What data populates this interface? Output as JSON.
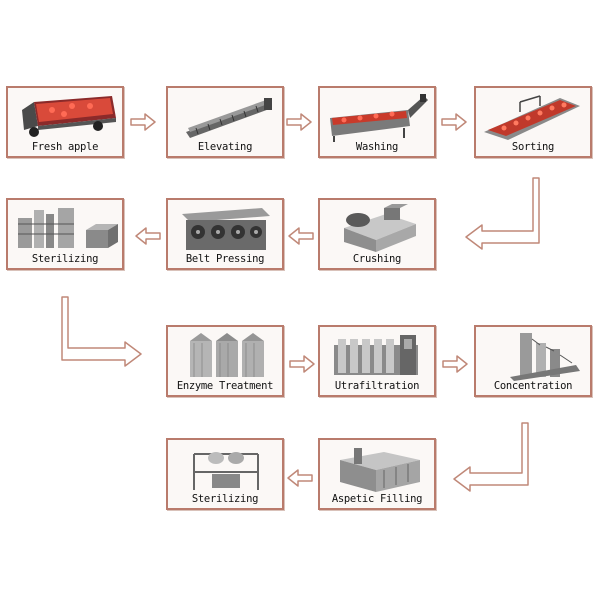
{
  "steps": [
    {
      "label": "Fresh apple",
      "icon": "truck-icon"
    },
    {
      "label": "Elevating",
      "icon": "conveyor-icon"
    },
    {
      "label": "Washing",
      "icon": "washer-icon"
    },
    {
      "label": "Sorting",
      "icon": "sorting-conveyor-icon"
    },
    {
      "label": "Sterilizing",
      "icon": "sterilizer-plant-icon"
    },
    {
      "label": "Belt Pressing",
      "icon": "belt-press-icon"
    },
    {
      "label": "Crushing",
      "icon": "crusher-icon"
    },
    {
      "label": "Enzyme Treatment",
      "icon": "tanks-icon"
    },
    {
      "label": "Utrafiltration",
      "icon": "membrane-filter-icon"
    },
    {
      "label": "Concentration",
      "icon": "evaporator-icon"
    },
    {
      "label": "Sterilizing",
      "icon": "sterilizer-skid-icon"
    },
    {
      "label": "Aspetic Filling",
      "icon": "filler-icon"
    }
  ],
  "colors": {
    "border": "#b97b6c",
    "arrow": "#c08878"
  }
}
